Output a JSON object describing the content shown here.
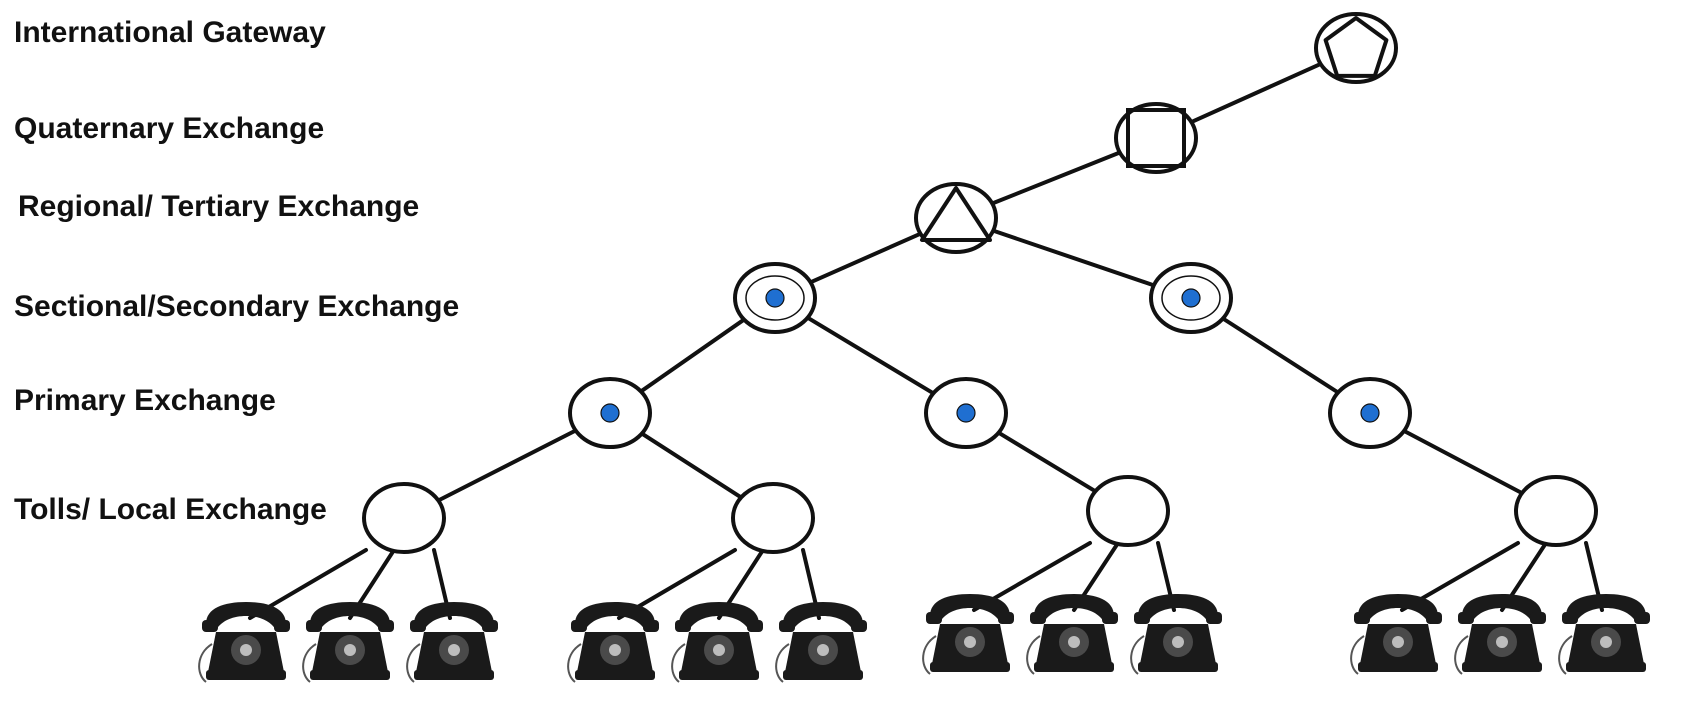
{
  "levels": [
    {
      "key": "gateway",
      "label": "International Gateway",
      "symbol": "pentagon-icon"
    },
    {
      "key": "quaternary",
      "label": "Quaternary Exchange",
      "symbol": "square-icon"
    },
    {
      "key": "tertiary",
      "label": "Regional/ Tertiary Exchange",
      "symbol": "triangle-icon"
    },
    {
      "key": "secondary",
      "label": "Sectional/Secondary Exchange",
      "symbol": "ring-dot-icon"
    },
    {
      "key": "primary",
      "label": "Primary Exchange",
      "symbol": "dot-icon"
    },
    {
      "key": "local",
      "label": "Tolls/ Local Exchange",
      "symbol": "empty-circle-icon"
    }
  ],
  "nodes": [
    {
      "id": "gw",
      "level": "gateway"
    },
    {
      "id": "q1",
      "level": "quaternary",
      "parent": "gw"
    },
    {
      "id": "t1",
      "level": "tertiary",
      "parent": "q1"
    },
    {
      "id": "s1",
      "level": "secondary",
      "parent": "t1"
    },
    {
      "id": "s2",
      "level": "secondary",
      "parent": "t1"
    },
    {
      "id": "p1",
      "level": "primary",
      "parent": "s1"
    },
    {
      "id": "p2",
      "level": "primary",
      "parent": "s1"
    },
    {
      "id": "p3",
      "level": "primary",
      "parent": "s2"
    },
    {
      "id": "l1",
      "level": "local",
      "parent": "p1"
    },
    {
      "id": "l2",
      "level": "local",
      "parent": "p1"
    },
    {
      "id": "l3",
      "level": "local",
      "parent": "p2"
    },
    {
      "id": "l4",
      "level": "local",
      "parent": "p3"
    }
  ],
  "telephones_per_local_exchange": 3,
  "telephone_icon": "telephone-icon",
  "colors": {
    "line": "#111111",
    "node_fill": "#ffffff",
    "dot": "#1f6fd1",
    "phone": "#1a1a1a"
  }
}
